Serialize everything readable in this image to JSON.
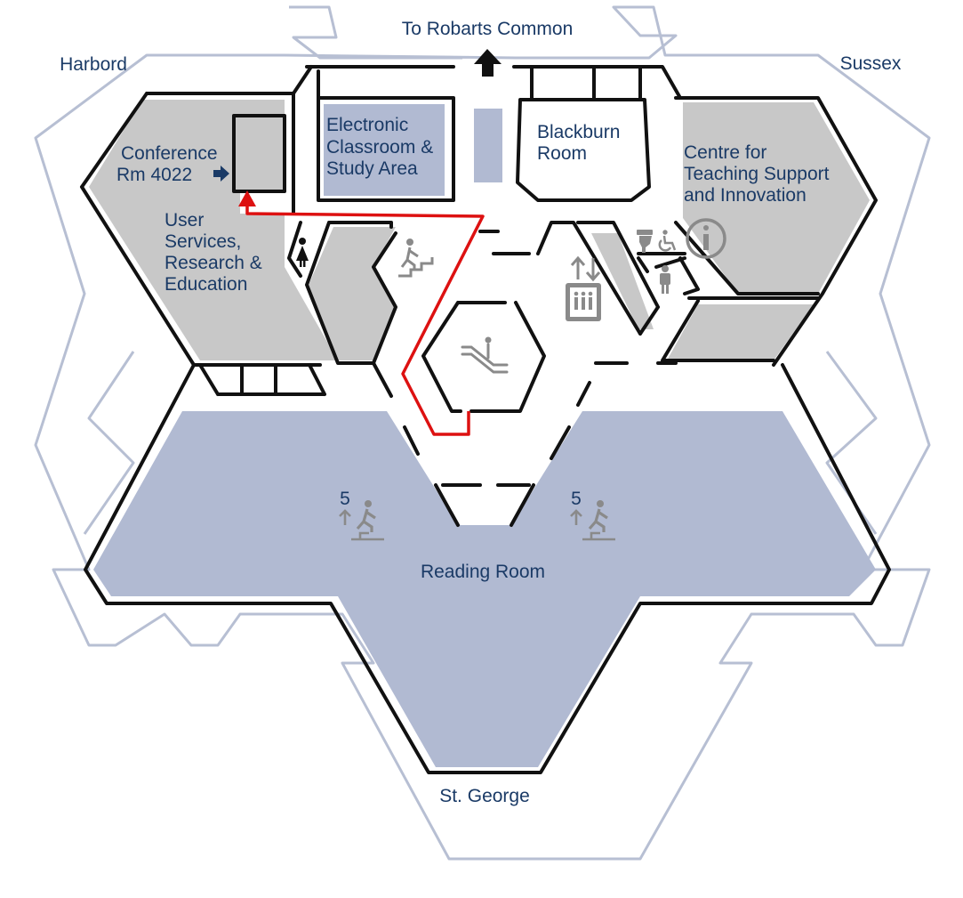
{
  "streets": {
    "north": "To Robarts Common",
    "north_west": "Harbord",
    "north_east": "Sussex",
    "south": "St. George"
  },
  "rooms": {
    "conference": [
      "Conference",
      "Rm 4022"
    ],
    "user_services": [
      "User",
      "Services,",
      "Research &",
      "Education"
    ],
    "electronic_classroom": [
      "Electronic",
      "Classroom &",
      "Study Area"
    ],
    "blackburn": [
      "Blackburn",
      "Room"
    ],
    "centre_teaching": [
      "Centre for",
      "Teaching Support",
      "and Innovation"
    ],
    "reading_room": "Reading Room"
  },
  "stairs_floor_left": "5",
  "stairs_floor_right": "5",
  "icons": [
    "north-arrow-icon",
    "conference-arrow-icon",
    "womens-washroom-icon",
    "stairs-icon",
    "escalator-icon",
    "elevator-icon",
    "toilet-icon",
    "wheelchair-icon",
    "mens-washroom-icon",
    "information-icon",
    "stairs-up-icon"
  ],
  "colors": {
    "route": "#dd1111",
    "room_grey": "#c8c8c8",
    "room_blue": "#b1bad2",
    "outline": "#b7bfd3",
    "label": "#1a3a66"
  }
}
